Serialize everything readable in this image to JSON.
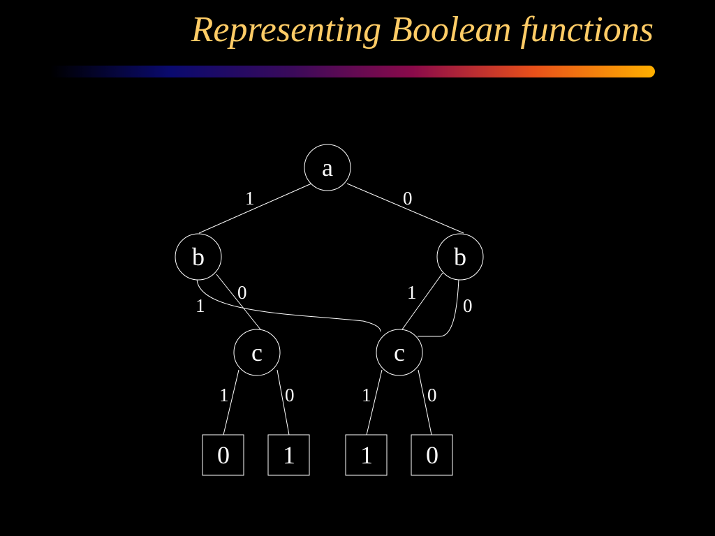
{
  "slide": {
    "title": "Representing Boolean functions"
  },
  "colors": {
    "background": "#000000",
    "title": "#ffcc66",
    "bar_gradient": [
      "#000000",
      "#0a0a6e",
      "#3a0a5a",
      "#8a0a4a",
      "#e8501a",
      "#ffb000"
    ],
    "lines": "#ffffff"
  },
  "diagram": {
    "nodes": [
      {
        "id": "a",
        "label": "a",
        "kind": "variable"
      },
      {
        "id": "b_left",
        "label": "b",
        "kind": "variable"
      },
      {
        "id": "b_right",
        "label": "b",
        "kind": "variable"
      },
      {
        "id": "c_left",
        "label": "c",
        "kind": "variable"
      },
      {
        "id": "c_right",
        "label": "c",
        "kind": "variable"
      },
      {
        "id": "t1",
        "label": "0",
        "kind": "terminal"
      },
      {
        "id": "t2",
        "label": "1",
        "kind": "terminal"
      },
      {
        "id": "t3",
        "label": "1",
        "kind": "terminal"
      },
      {
        "id": "t4",
        "label": "0",
        "kind": "terminal"
      }
    ],
    "edges": [
      {
        "id": "a-bl",
        "from": "a",
        "to": "b_left",
        "label": "1"
      },
      {
        "id": "a-br",
        "from": "a",
        "to": "b_right",
        "label": "0"
      },
      {
        "id": "bl-cl",
        "from": "b_left",
        "to": "c_left",
        "label": "0"
      },
      {
        "id": "bl-cr",
        "from": "b_left",
        "to": "c_right",
        "label": "1"
      },
      {
        "id": "br-cr1",
        "from": "b_right",
        "to": "c_right",
        "label": "1"
      },
      {
        "id": "br-cr0",
        "from": "b_right",
        "to": "c_right",
        "label": "0"
      },
      {
        "id": "cl-t1",
        "from": "c_left",
        "to": "t1",
        "label": "1"
      },
      {
        "id": "cl-t2",
        "from": "c_left",
        "to": "t2",
        "label": "0"
      },
      {
        "id": "cr-t3",
        "from": "c_right",
        "to": "t3",
        "label": "1"
      },
      {
        "id": "cr-t4",
        "from": "c_right",
        "to": "t4",
        "label": "0"
      }
    ]
  }
}
